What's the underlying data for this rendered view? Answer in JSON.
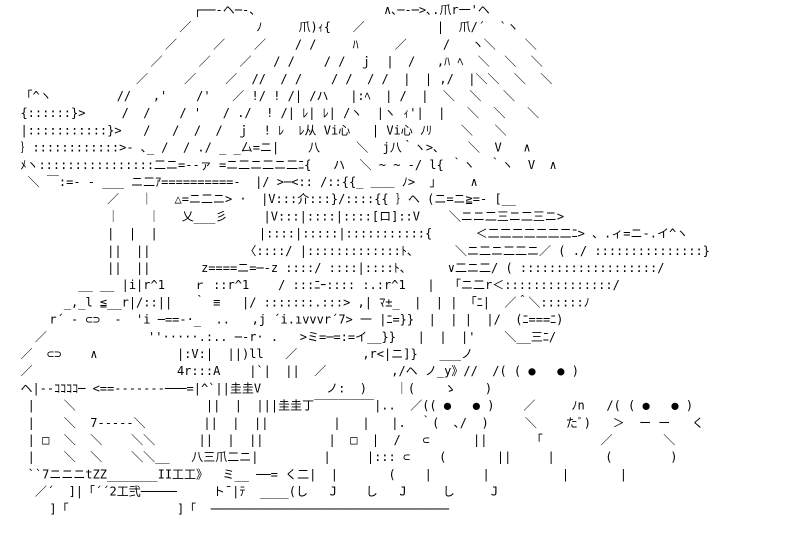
{
  "art": {
    "kind": "ascii-art",
    "ink_color": "#000000",
    "background_color": "#ffffff",
    "lines": [
      "                          ┌──-ヘ─-、                 ∧､─-─>､.爪r一'ヘ",
      "                        ／         ﾉ     爪)ｨ{   ／          |  爪/´  `ヽ",
      "                      ／     ／    ／    / /     ﾊ     ／     /   ヽ＼    ＼",
      "                    ／     ／    ／   / /    / /  ｊ  |  /   ,ﾊ ﾍ  ＼  ＼  ＼",
      "                  ／     ／    ／  //  / /    / /  / /  |  | ,/  |＼＼  ＼  ＼",
      "  「^ヽ         //   ,'    /'   ／ !/ ! /| /ハ   |:ﾍ  | /  |  ＼  ＼   ＼",
      "  {::::::}>     /  /    / '   / ./  ! /| ﾚ| ﾚ| /ヽ  |ヽ ｨ'|  |   ＼  ＼   ＼  ",
      "  |:::::::::::}>   /   /  /  /  ｊ  ! ﾚ  ﾚ从 Vi心   | Vi心 ﾉﾘ    ＼   ＼",
      "  ｝::::::::::::>‐ ､_ /  / ./ _ _厶=ニ|    八     ＼  j八｀ヽ>､    ＼  V   ∧",
      "  ﾒヽ::::::::::::::::二ニ=‐‐ァ =ニ二ニ二ニ二ﾆ{   ハ  ＼ ~ ~ ‐/ l{ ｀ヽ  ｀ヽ  V  ∧",
      "   ＼ ￣:=‐ ‐ ___ ニ二ｱ==========-  |/ >─<:: /::{{_ ＿＿ ﾉ>  」    ∧",
      "              ／   ｜   △=ニ二ニ> ·  |V:::介:::}/::::{{ ｝ヘ (ニ=ニ≧=‐ [__",
      "              ｜    ｜   乂___彡     |V:::|::::|::::[ロ]::V    ＼ニニ二三ニ二三ニ>",
      "              |  |  |              |::::|:::::|:::::::::::{      ＜二二二二二二二ﾆ> 、.ィ=ニ-.イ^ヽ",
      "              ||  ||             〈::::/ |:::::::::::::ﾄ、     ＼ニ二ニ二二ニ／ ( ./ :::::::::::::::}",
      "              ||  ||       z====ニ=─-z ::::/ ::::|::::ﾄ、     ∨二ニ二/ ( :::::::::::::::::::/",
      "          __ __ |i|r^1    ｒ ::r^1    / :::ﾆｰ:::: :.:r^1   |  「ニ二r＜:::::::::::::::/",
      "        _,_l ≦__r|/::||   ｀ ≡   |/ :::::::.:::> ,| ﾏ±_  |  | | 「ﾆ|  ／＾＼::::::ﾉ",
      "      r´ - ⊂⊃  -  'i ─==-·_  ..   ,j ´i.ıvvvr´7> 一 |ﾆ=}}  |  | |  |/  (ﾆ===ﾆ)",
      "    ／              ''·····.:.. ─-r· .   >ミ=─=:=イ__}}   |  |  |'    ＼__三ﾆ/",
      "  ／  ⊂⊃    ∧           |:V:|  ||)ll   ／         ,r<|ニ]}   ___ノ",
      "  ／                    4r:::A    |`|  ||  ／         ,/ヘ ノ_y》//  /( ( ●   ● )",
      "  ヘ|--ｺｺｺｺ─ <==-------───=|^`||圭圭V         ノ:  )    ｜(    ゝ    )",
      "   |    ＼                  ||  |  |||圭圭丁￣￣￣￣￣|..  ／(( ●   ● )    ／     ﾉn   /( ( ●   ● )",
      "   |    ＼  7-----＼        ||  |  ||         |   |   |.  ｀(  ､/  )     ＼    たﾞ)   ＞  ー ー   く",
      "   | □  ＼  ＼    ＼＼      ||  |  ||         |  □  |  /   ⊂      ||      「        ／       ＼",
      "   |    ＼  ＼    ＼＼__   八三爪二ニ|         |     |::: ⊂    (       ||     |       (        )",
      "   ``7ニニニtZZ_______II工工》  ミ__ ──= く二|  |       (    |       |          |       |",
      "    ／´  ]|「´´2工弐─────     ト¯|ﾃ  ____(し   J    し   J     し     J",
      "      ]「               ]「  ─────────────────────────────────"
    ]
  }
}
